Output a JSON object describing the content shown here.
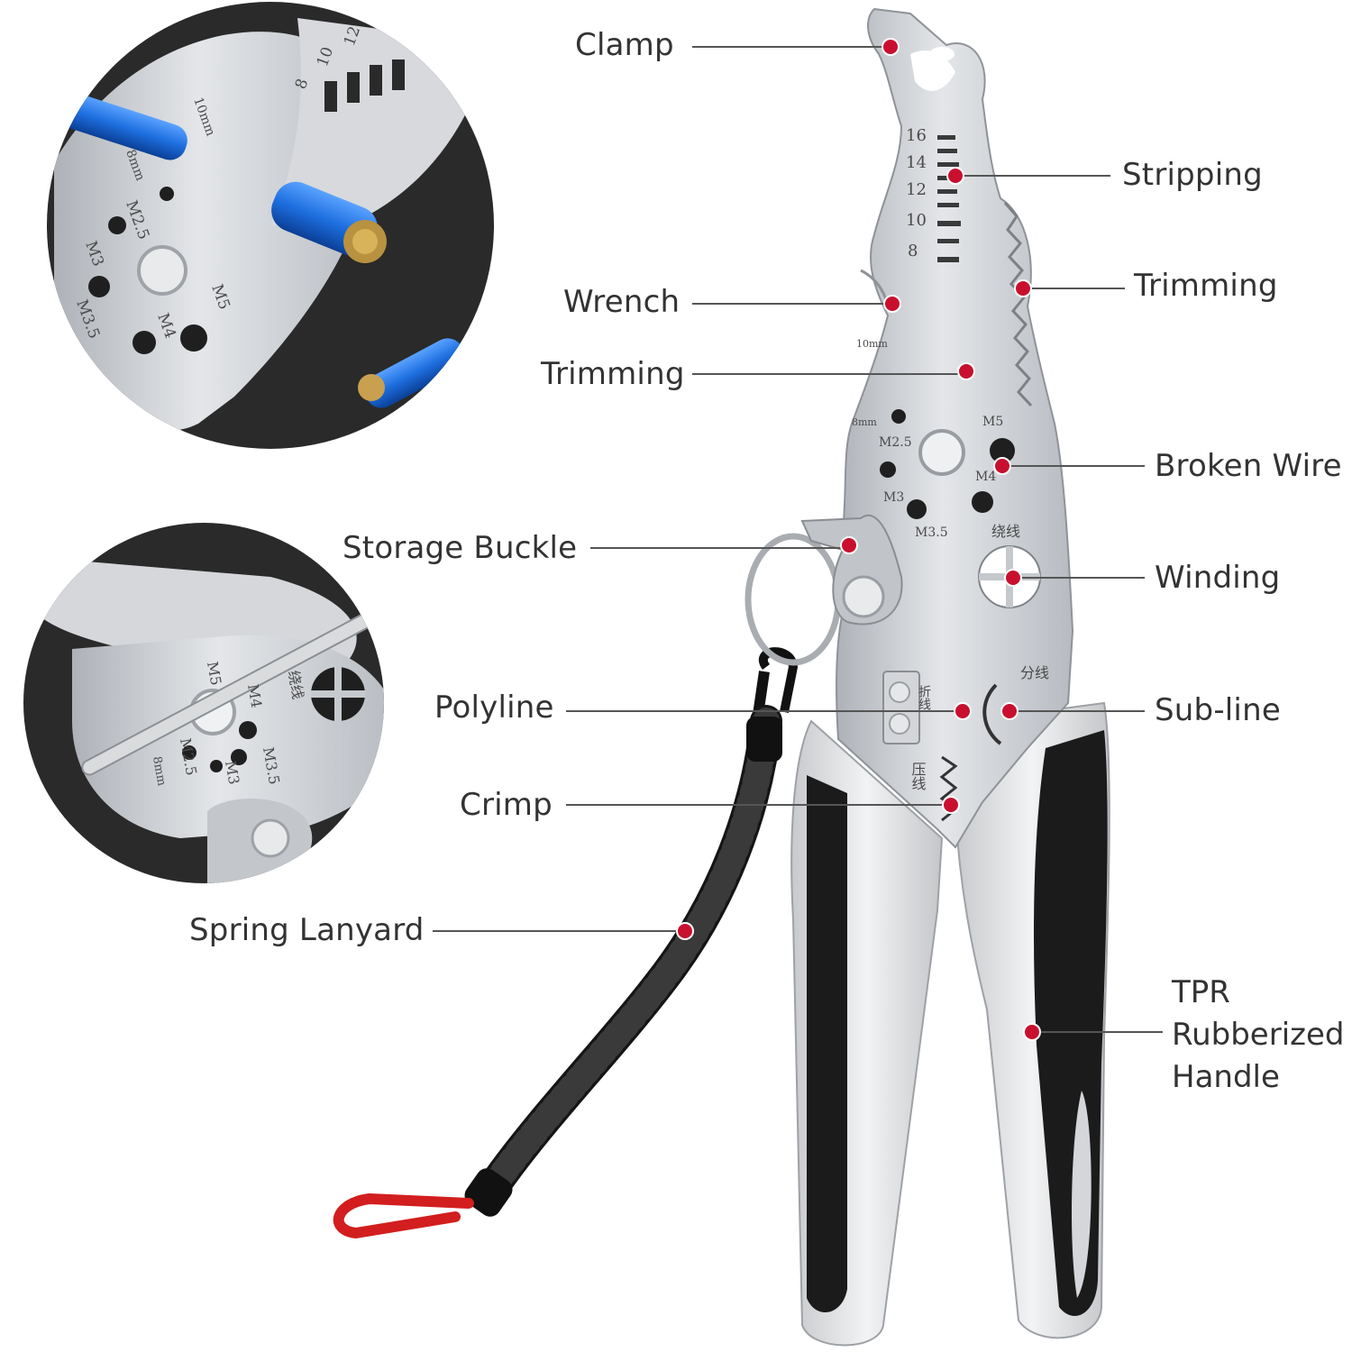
{
  "colors": {
    "callout_dot": "#c8102e",
    "callout_line": "#555555",
    "steel": "#c9ccd1",
    "handle_black": "#1b1b1b",
    "handle_grey": "#dfe1e4",
    "inset_bg": "#2a2a2a",
    "wire_blue": "#1e6fe0",
    "carabiner_red": "#d21e1e"
  },
  "callouts": {
    "clamp": "Clamp",
    "stripping": "Stripping",
    "trimming_right": "Trimming",
    "wrench": "Wrench",
    "trimming_left": "Trimming",
    "broken_wire": "Broken Wire",
    "storage_buckle": "Storage Buckle",
    "winding": "Winding",
    "polyline": "Polyline",
    "sub_line": "Sub-line",
    "crimp": "Crimp",
    "spring_lanyard": "Spring Lanyard",
    "tpr_line1": "TPR",
    "tpr_line2": "Rubberized",
    "tpr_line3": "Handle"
  },
  "tool_markings": {
    "gauges": [
      "16",
      "14",
      "12",
      "10",
      "8"
    ],
    "sizes": [
      "10mm",
      "8mm",
      "M2.5",
      "M3",
      "M3.5",
      "M4",
      "M5"
    ],
    "chinese_winding": "绕线",
    "chinese_polyline": "折线",
    "chinese_subline": "分线",
    "chinese_crimp": "压线"
  },
  "inset_top": {
    "gauges": [
      "8",
      "10",
      "12"
    ],
    "sizes": [
      "10mm",
      "8mm",
      "M2.5",
      "M3",
      "M3.5",
      "M4",
      "M5"
    ]
  },
  "inset_bottom": {
    "sizes": [
      "M5",
      "M4",
      "M2.5",
      "M3",
      "M3.5",
      "8mm"
    ],
    "chinese_winding": "绕线"
  }
}
